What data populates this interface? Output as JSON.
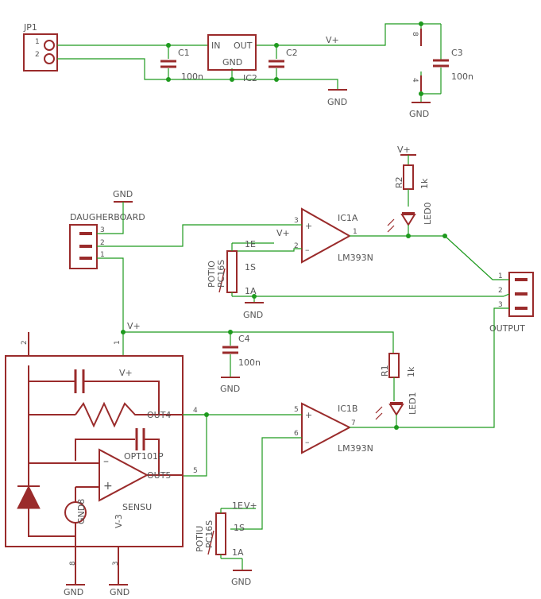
{
  "parts": {
    "jp1": {
      "name": "JP1",
      "pin1": "1",
      "pin2": "2"
    },
    "c1": {
      "name": "C1",
      "value": "100n"
    },
    "ic2": {
      "name": "IC2",
      "in": "IN",
      "out": "OUT",
      "gnd": "GND"
    },
    "c2": {
      "name": "C2"
    },
    "c3": {
      "name": "C3",
      "value": "100n",
      "pin8": "8",
      "pin4": "4"
    },
    "c4": {
      "name": "C4",
      "value": "100n"
    },
    "r1": {
      "name": "R1",
      "value": "1k"
    },
    "r2": {
      "name": "R2",
      "value": "1k"
    },
    "led1": {
      "name": "LED1"
    },
    "led0": {
      "name": "LED0"
    },
    "ic1a": {
      "name": "IC1A",
      "type": "LM393N",
      "pin_in_plus": "3",
      "pin_in_minus": "2",
      "pin_out": "1"
    },
    "ic1b": {
      "name": "IC1B",
      "type": "LM393N",
      "pin_in_plus": "5",
      "pin_in_minus": "6",
      "pin_out": "7"
    },
    "potio": {
      "name": "POTIO",
      "type": "PC16S",
      "pin_e": "1E",
      "pin_s": "1S",
      "pin_a": "1A"
    },
    "potiu": {
      "name": "POTIU",
      "type": "PC16S",
      "pin_e": "1E",
      "pin_s": "1S",
      "pin_a": "1A",
      "vplus": "V+"
    },
    "daugherboard": {
      "name": "DAUGHERBOARD",
      "pin3": "3",
      "pin2": "2",
      "pin1": "1"
    },
    "output": {
      "name": "OUTPUT",
      "pin1": "1",
      "pin2": "2",
      "pin3": "3"
    },
    "sensu": {
      "name": "SENSU",
      "ic": "OPT101P",
      "out4": "OUT4",
      "out5": "OUT5",
      "vplus": "V+",
      "vminus": "V-3",
      "pin2": "2",
      "pin1": "1",
      "pin4": "4",
      "pin5": "5",
      "pin8": "8",
      "pin3": "3",
      "gnd8": "GND8"
    }
  },
  "nets": {
    "gnd": "GND",
    "vplus": "V+"
  }
}
